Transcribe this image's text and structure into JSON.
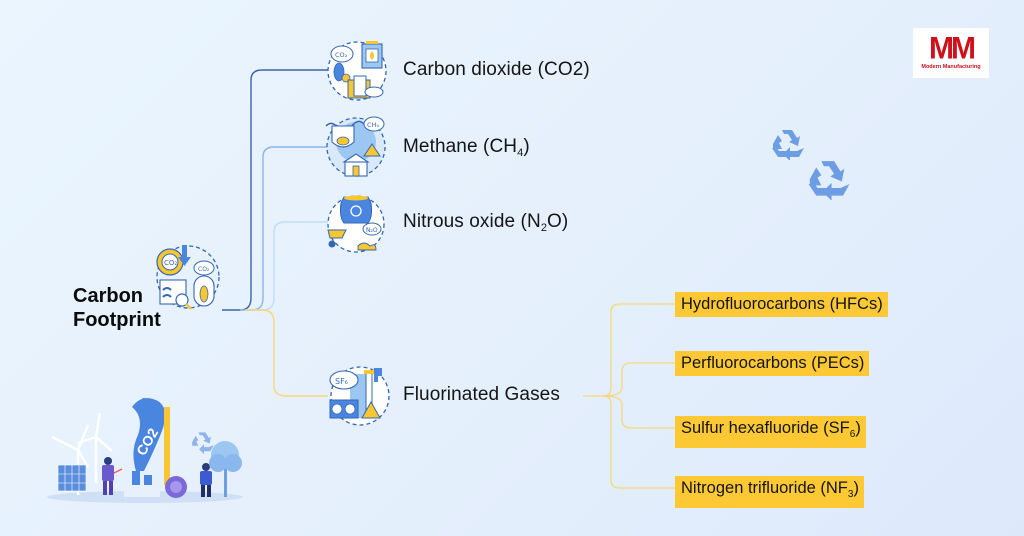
{
  "brand": {
    "logo_mark": "MM",
    "logo_subtitle": "Modern Manufacturing",
    "logo_color": "#d0111c"
  },
  "root": {
    "title_line1": "Carbon",
    "title_line2": "Footprint",
    "icon": "carbon-footprint-icon"
  },
  "branches": [
    {
      "label": "Carbon dioxide (CO2)",
      "icon": "co2-emissions-icon",
      "connector_color": "#3b64ad"
    },
    {
      "label_main": "Methane (CH",
      "label_sub": "4",
      "label_end": ")",
      "icon": "methane-livestock-icon",
      "connector_color": "#8cb5ea"
    },
    {
      "label_main": "Nitrous oxide (N",
      "label_sub": "2",
      "label_end": "O)",
      "icon": "nitrous-oxide-fertilizer-icon",
      "connector_color": "#c3dcf6"
    },
    {
      "label": "Fluorinated Gases",
      "icon": "fluorinated-gases-icon",
      "connector_color": "#f6d77c"
    }
  ],
  "fluorinated_children": [
    {
      "label": "Hydrofluorocarbons (HFCs)"
    },
    {
      "label": "Perfluorocarbons (PECs)"
    },
    {
      "label_main": "Sulfur hexafluoride (SF",
      "label_sub": "6",
      "label_end": ")"
    },
    {
      "label_main": "Nitrogen trifluoride (NF",
      "label_sub": "3",
      "label_end": ")"
    }
  ],
  "decorations": {
    "recycle_icons": [
      "recycle-icon",
      "recycle-icon"
    ],
    "illustration": "co2-footprint-illustration",
    "illustration_text": "CO2"
  },
  "colors": {
    "tag_background": "#fcc935",
    "icon_blue": "#3467b3",
    "icon_light_blue": "#9cc7f2",
    "icon_yellow": "#f8c630"
  }
}
